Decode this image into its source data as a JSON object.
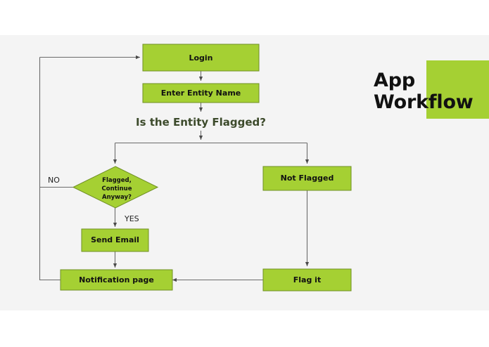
{
  "slide": {
    "title_line1": "App",
    "title_line2": "Workflow",
    "accent_color": "#a5d033",
    "canvas_color": "#f4f4f4",
    "node_border_color": "#6f8f24",
    "edge_color": "#6b6b6b",
    "question_color": "#3c4a2b"
  },
  "flow": {
    "question": "Is the Entity Flagged?",
    "nodes": {
      "login": "Login",
      "enter_entity": "Enter Entity Name",
      "decision_line1": "Flagged,",
      "decision_line2": "Continue",
      "decision_line3": "Anyway?",
      "not_flagged": "Not Flagged",
      "send_email": "Send Email",
      "flag_it": "Flag it",
      "notification": "Notification page"
    },
    "edge_labels": {
      "no": "NO",
      "yes": "YES"
    }
  }
}
